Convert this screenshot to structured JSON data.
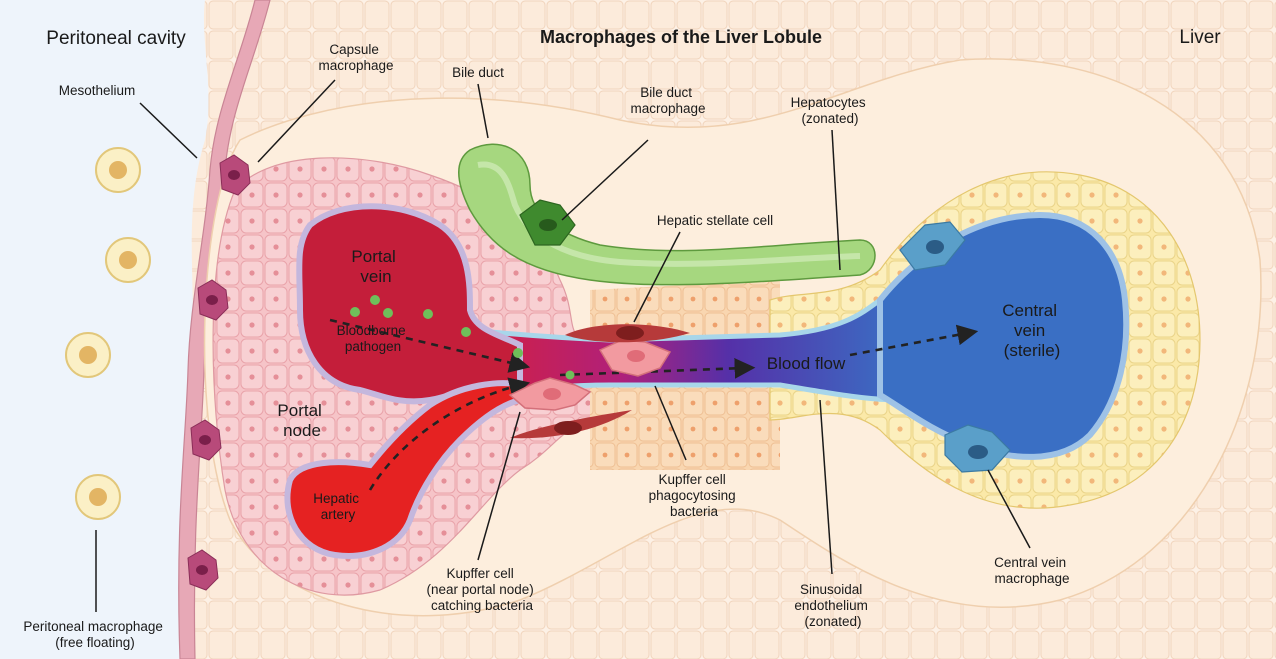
{
  "title": "Macrophages of the Liver Lobule",
  "regions": {
    "peritoneal_cavity": "Peritoneal cavity",
    "liver": "Liver"
  },
  "labels": {
    "mesothelium": "Mesothelium",
    "capsule_macrophage": [
      "Capsule",
      "macrophage"
    ],
    "bile_duct": "Bile duct",
    "bile_duct_macrophage": [
      "Bile duct",
      "macrophage"
    ],
    "hepatocytes": [
      "Hepatocytes",
      "(zonated)"
    ],
    "hepatic_stellate_cell": "Hepatic stellate cell",
    "portal_vein": [
      "Portal",
      "vein"
    ],
    "bloodborne_pathogen": [
      "Bloodborne",
      "pathogen"
    ],
    "portal_node": [
      "Portal",
      "node"
    ],
    "hepatic_artery": [
      "Hepatic",
      "artery"
    ],
    "blood_flow": "Blood flow",
    "central_vein": [
      "Central",
      "vein",
      "(sterile)"
    ],
    "kupffer_phagocytosing": [
      "Kupffer cell",
      "phagocytosing",
      "bacteria"
    ],
    "kupffer_portal": [
      "Kupffer cell",
      "(near portal node)",
      "catching bacteria"
    ],
    "sinusoidal_endothelium": [
      "Sinusoidal",
      "endothelium",
      "(zonated)"
    ],
    "central_vein_macrophage": [
      "Central vein",
      "macrophage"
    ],
    "peritoneal_macrophage": [
      "Peritoneal macrophage",
      "(free floating)"
    ]
  },
  "colors": {
    "peritoneal_bg": "#eef4fb",
    "liver_bg": "#fdf1e6",
    "portal_zone": "#f6c9cc",
    "central_zone": "#fbeeb4",
    "portal_vein": "#c41e3a",
    "hepatic_artery": "#e52222",
    "central_vein": "#3a6fc4",
    "bile_duct": "#8cc76a",
    "pathogen": "#6fbf5a"
  }
}
